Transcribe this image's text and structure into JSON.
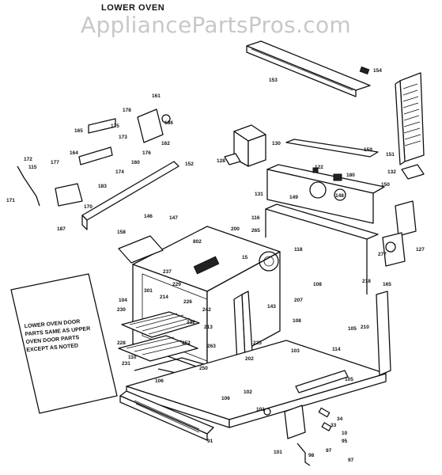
{
  "title": "LOWER OVEN",
  "watermark": "AppliancePartsPros.com",
  "note_lines": [
    "LOWER OVEN DOOR",
    "PARTS SAME AS UPPER",
    "OVEN DOOR PARTS",
    "EXCEPT AS NOTED"
  ],
  "part_labels": [
    "153",
    "154",
    "161",
    "178",
    "186",
    "175",
    "173",
    "162",
    "165",
    "160",
    "176",
    "174",
    "172",
    "115",
    "164",
    "177",
    "183",
    "152",
    "171",
    "170",
    "187",
    "130",
    "128",
    "159",
    "151",
    "132",
    "122",
    "180",
    "131",
    "149",
    "148",
    "150",
    "116",
    "146",
    "147",
    "158",
    "802",
    "265",
    "200",
    "15",
    "118",
    "127",
    "277",
    "237",
    "229",
    "301",
    "214",
    "226",
    "242",
    "143",
    "108",
    "218",
    "165",
    "104",
    "230",
    "228",
    "232",
    "213",
    "105",
    "210",
    "263",
    "110",
    "225",
    "202",
    "103",
    "114",
    "207",
    "108",
    "231",
    "252",
    "250",
    "106",
    "102",
    "106",
    "101",
    "105",
    "10",
    "34",
    "33",
    "91",
    "101",
    "95",
    "97",
    "97",
    "98"
  ]
}
